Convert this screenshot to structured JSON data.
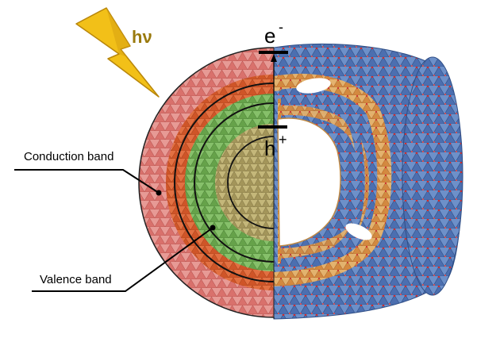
{
  "photon": {
    "symbol": "hν"
  },
  "labels": {
    "electron": "e",
    "electron_sign": "-",
    "hole": "h",
    "hole_sign": "+",
    "conduction_band": "Conduction band",
    "valence_band": "Valence band"
  },
  "colors": {
    "lightning": "#f2c018",
    "lightning_dark": "#b8860b",
    "hv_text": "#9a7a0e",
    "conduction_outer": "#e58d88",
    "conduction_inner": "#e2633a",
    "valence": "#76b45a",
    "core": "#b5a96a",
    "framework_blue": "#5f86c4",
    "framework_orange": "#e8a24c",
    "atom_red": "#d32b2b"
  }
}
